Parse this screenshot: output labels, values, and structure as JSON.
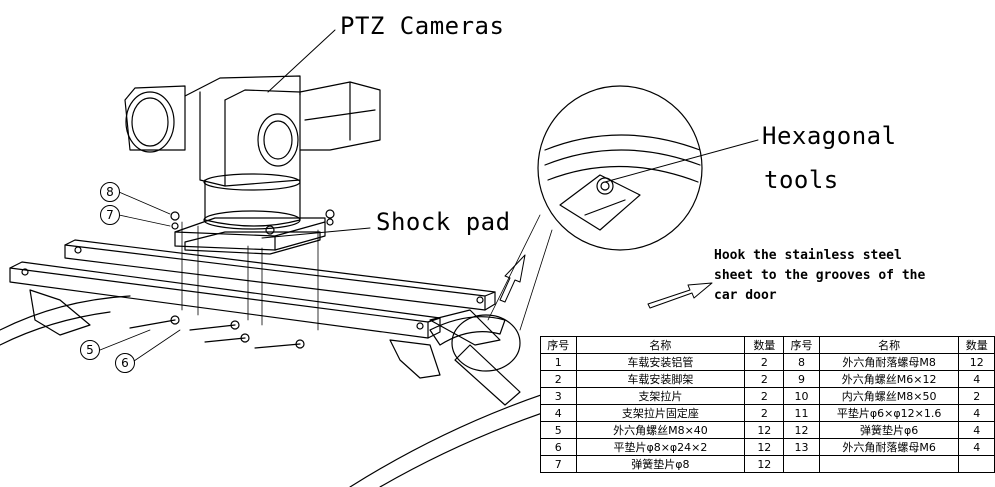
{
  "labels": {
    "ptz_cameras": "PTZ Cameras",
    "shock_pad": "Shock pad",
    "hexagonal_tools_line1": "Hexagonal",
    "hexagonal_tools_line2": "tools",
    "hook_line1": "Hook the stainless steel",
    "hook_line2": "sheet to the grooves of the",
    "hook_line3": "car door"
  },
  "callout_numbers": [
    "8",
    "7",
    "5",
    "6"
  ],
  "parts_table": {
    "headers": [
      "序号",
      "名称",
      "数量",
      "序号",
      "名称",
      "数量"
    ],
    "rows": [
      [
        "1",
        "车载安装铝管",
        "2",
        "8",
        "外六角耐落螺母M8",
        "12"
      ],
      [
        "2",
        "车载安装脚架",
        "2",
        "9",
        "外六角螺丝M6×12",
        "4"
      ],
      [
        "3",
        "支架拉片",
        "2",
        "10",
        "内六角螺丝M8×50",
        "2"
      ],
      [
        "4",
        "支架拉片固定座",
        "2",
        "11",
        "平垫片φ6×φ12×1.6",
        "4"
      ],
      [
        "5",
        "外六角螺丝M8×40",
        "12",
        "12",
        "弹簧垫片φ6",
        "4"
      ],
      [
        "6",
        "平垫片φ8×φ24×2",
        "12",
        "13",
        "外六角耐落螺母M6",
        "4"
      ],
      [
        "7",
        "弹簧垫片φ8",
        "12",
        "",
        "",
        ""
      ]
    ]
  }
}
